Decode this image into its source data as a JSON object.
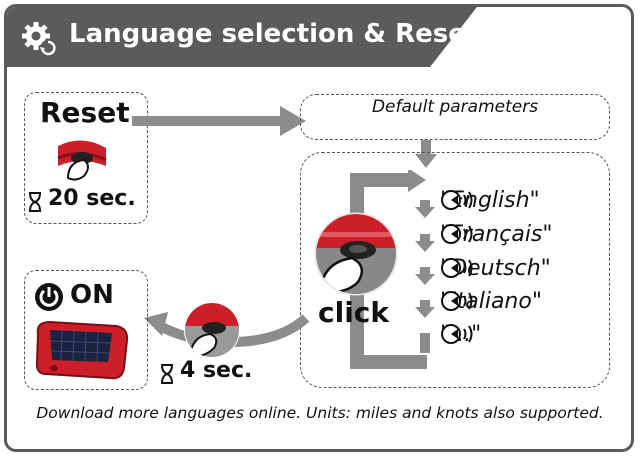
{
  "header": {
    "title": "Language selection & Reset",
    "icon": "gear-icon"
  },
  "reset_box": {
    "title": "Reset",
    "timer_value": "20 sec."
  },
  "default_params": {
    "label": "Default parameters"
  },
  "languages": [
    "\"English\"",
    "\"Français\"",
    "\"Deutsch\"",
    "\"Italiano\"",
    "\"...\""
  ],
  "click_label": "click",
  "on_box": {
    "label": "ON"
  },
  "hold_timer": "4 sec.",
  "footer": "Download more languages online. Units: miles and knots also supported.",
  "colors": {
    "header_bg": "#5b5b5b",
    "arrow": "#8c8c8c",
    "device_red": "#cc1f2a"
  }
}
